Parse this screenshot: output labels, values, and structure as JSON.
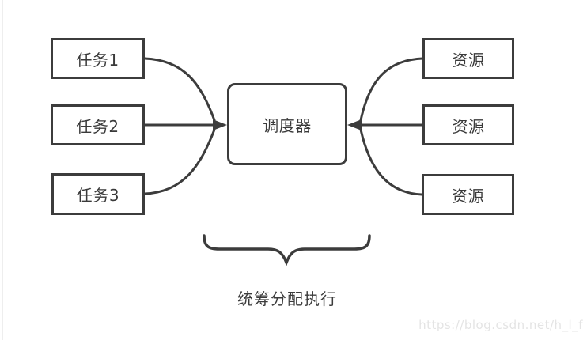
{
  "diagram": {
    "tasks": [
      {
        "label": "任务1"
      },
      {
        "label": "任务2"
      },
      {
        "label": "任务3"
      }
    ],
    "scheduler": {
      "label": "调度器"
    },
    "resources": [
      {
        "label": "资源"
      },
      {
        "label": "资源"
      },
      {
        "label": "资源"
      }
    ],
    "brace_caption": "统筹分配执行",
    "watermark": "https://blog.csdn.net/h_l_f",
    "colors": {
      "stroke": "#3c3c3c",
      "box_border": "#3c3c3c",
      "text": "#3a3a3a",
      "watermark_text": "#e4e4e4",
      "background": "#ffffff"
    }
  }
}
